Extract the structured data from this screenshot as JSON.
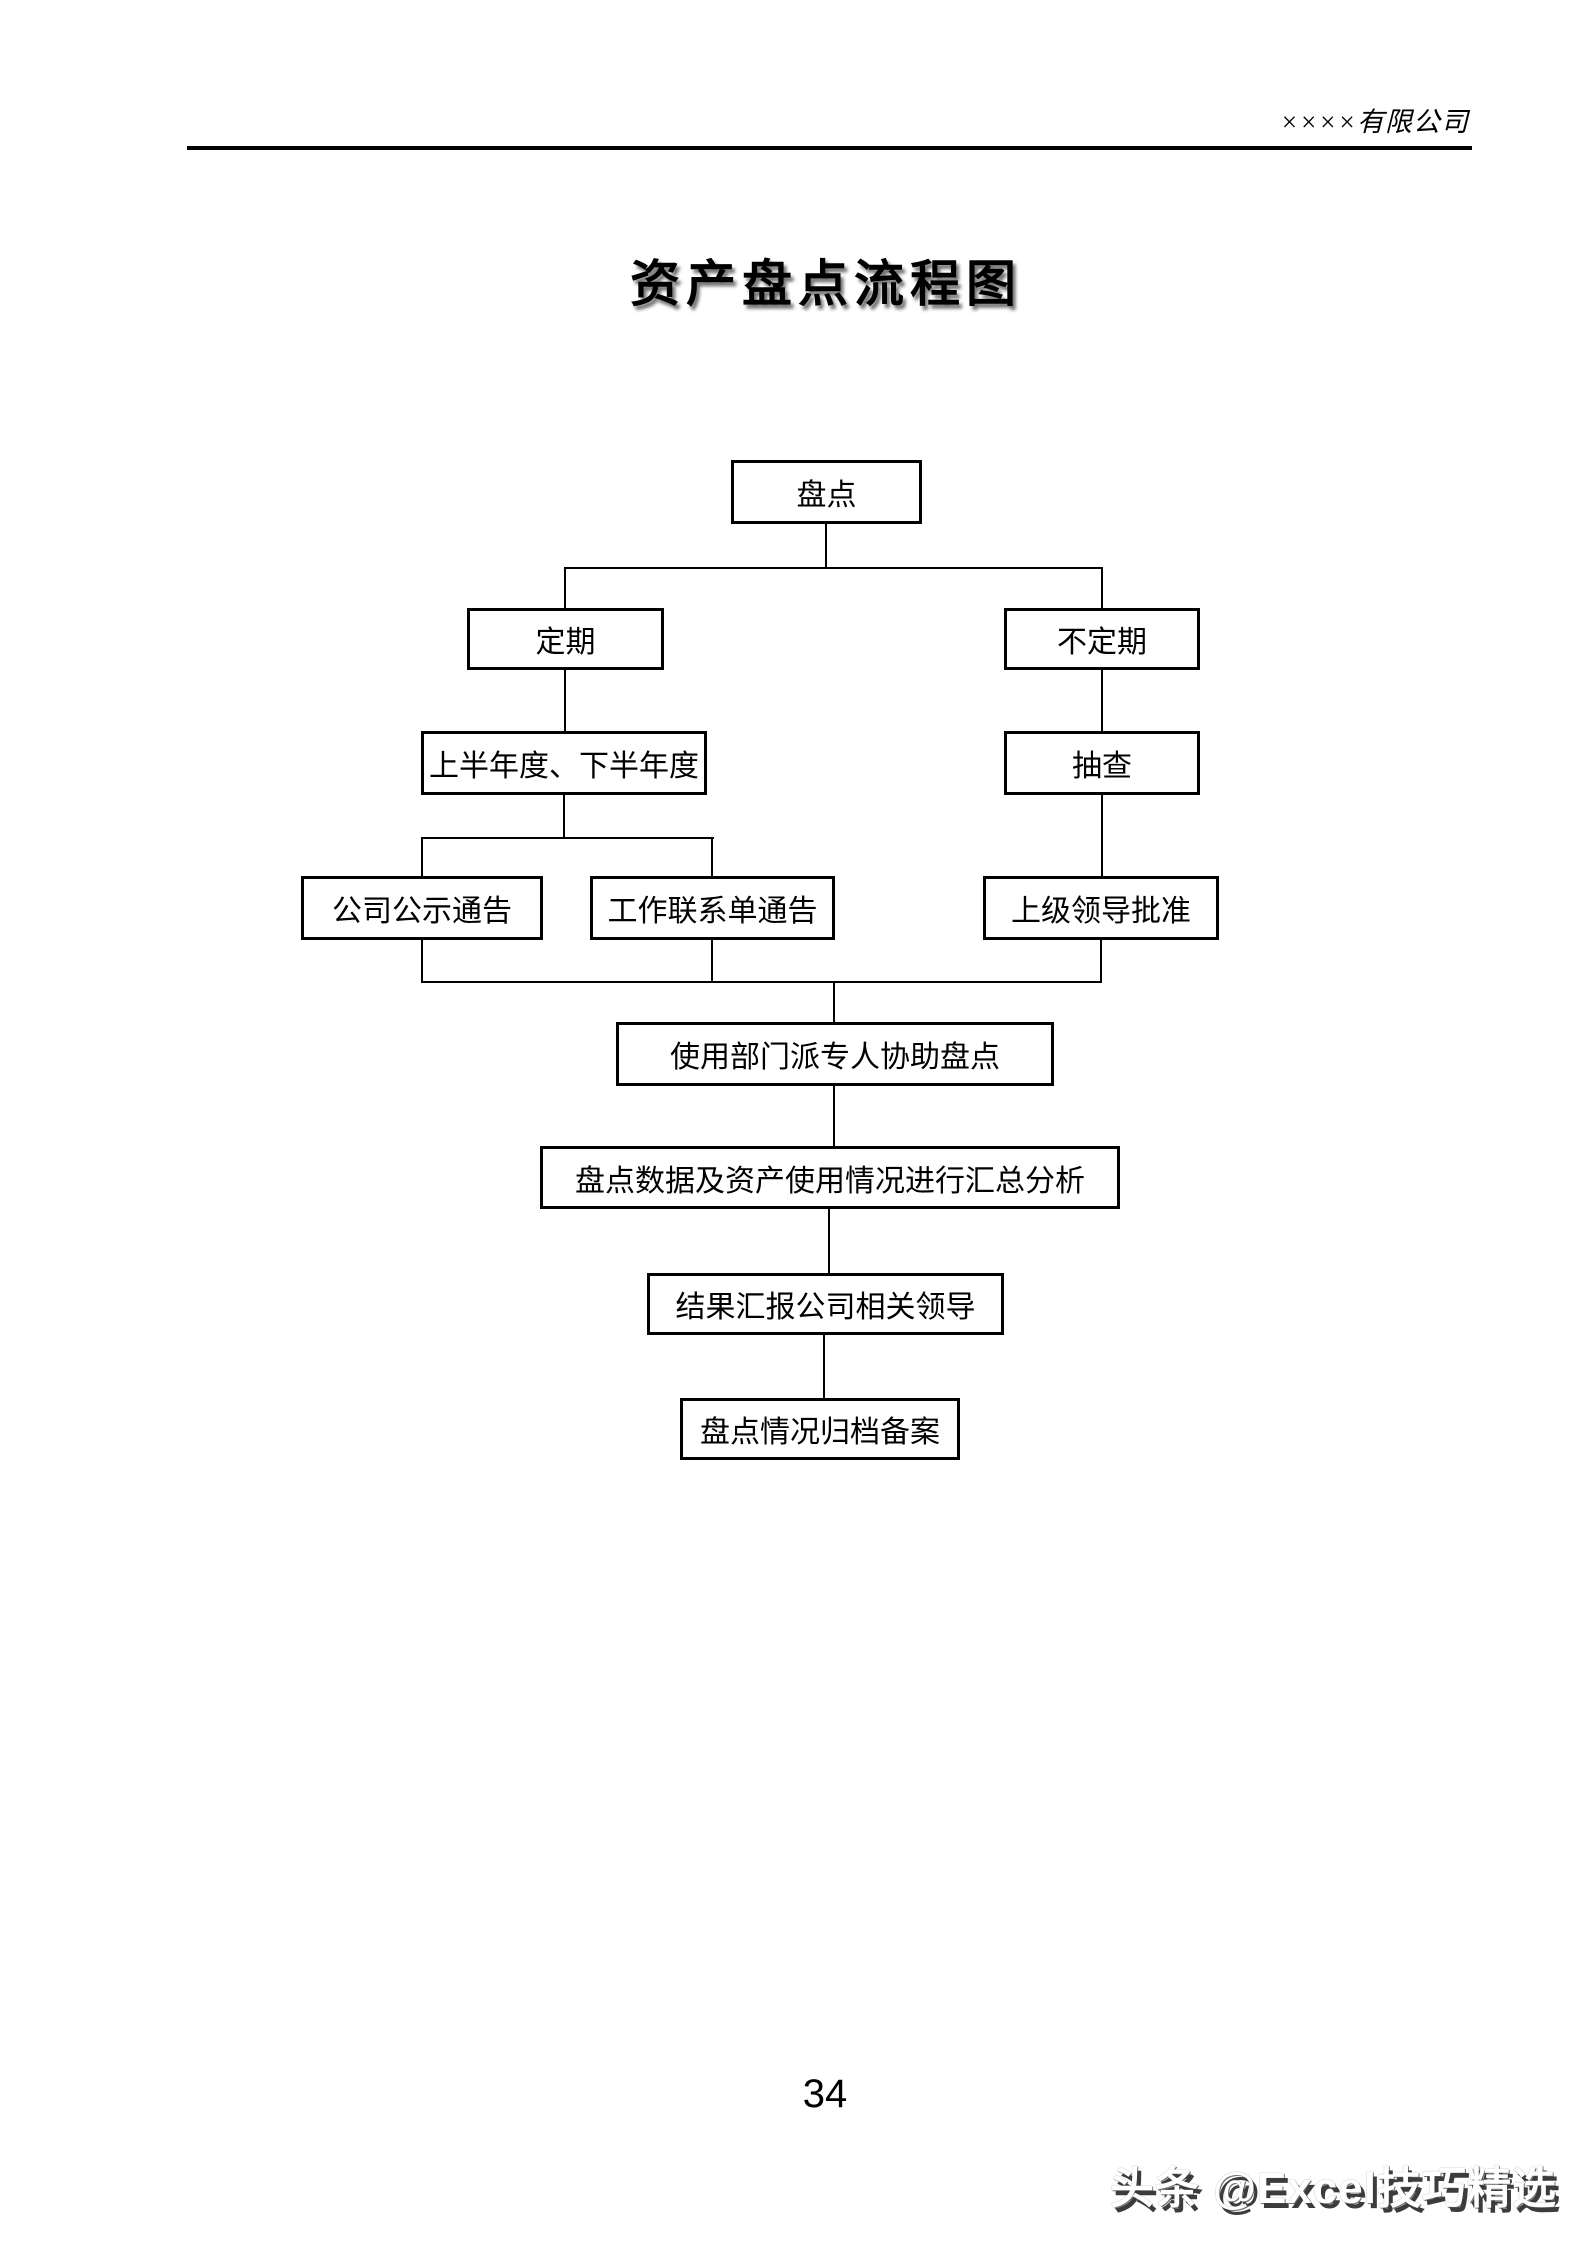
{
  "header": {
    "company": "××××有限公司"
  },
  "title": "资产盘点流程图",
  "flowchart": {
    "nodes": [
      {
        "id": "inventory",
        "label": "盘点"
      },
      {
        "id": "periodic",
        "label": "定期"
      },
      {
        "id": "non-periodic",
        "label": "不定期"
      },
      {
        "id": "half-year",
        "label": "上半年度、下半年度"
      },
      {
        "id": "spot-check",
        "label": "抽查"
      },
      {
        "id": "public-notice",
        "label": "公司公示通告"
      },
      {
        "id": "work-contact",
        "label": "工作联系单通告"
      },
      {
        "id": "leader-approval",
        "label": "上级领导批准"
      },
      {
        "id": "dept-assist",
        "label": "使用部门派专人协助盘点"
      },
      {
        "id": "summary",
        "label": "盘点数据及资产使用情况进行汇总分析"
      },
      {
        "id": "report-leaders",
        "label": "结果汇报公司相关领导"
      },
      {
        "id": "archive",
        "label": "盘点情况归档备案"
      }
    ]
  },
  "footer": {
    "page_number": "34",
    "watermark": "头条 @Excel技巧精选"
  },
  "colors": {
    "ink": "#000000",
    "paper": "#ffffff",
    "watermark_shadow": "#3c3c3c"
  }
}
